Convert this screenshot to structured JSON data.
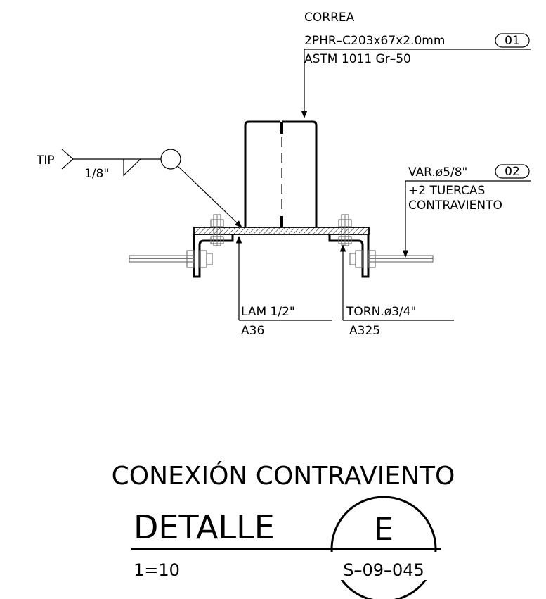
{
  "labels": {
    "purlin": {
      "name": "CORREA",
      "spec": "2PHR–C203x67x2.0mm",
      "tag": "01",
      "material": "ASTM 1011 Gr–50"
    },
    "weld": {
      "symbol": "TIP",
      "size": "1/8\""
    },
    "rod": {
      "spec": "VAR.ø5/8\"",
      "tag": "02",
      "line2": "+2 TUERCAS",
      "line3": "CONTRAVIENTO"
    },
    "plate": {
      "spec": "LAM 1/2\"",
      "material": "A36"
    },
    "bolt": {
      "spec": "TORN.ø3/4\"",
      "material": "A325"
    }
  },
  "detail": {
    "subtitle": "CONEXIÓN CONTRAVIENTO",
    "title": "DETALLE",
    "letter": "E",
    "scale": "1=10",
    "sheet": "S–09–045"
  }
}
